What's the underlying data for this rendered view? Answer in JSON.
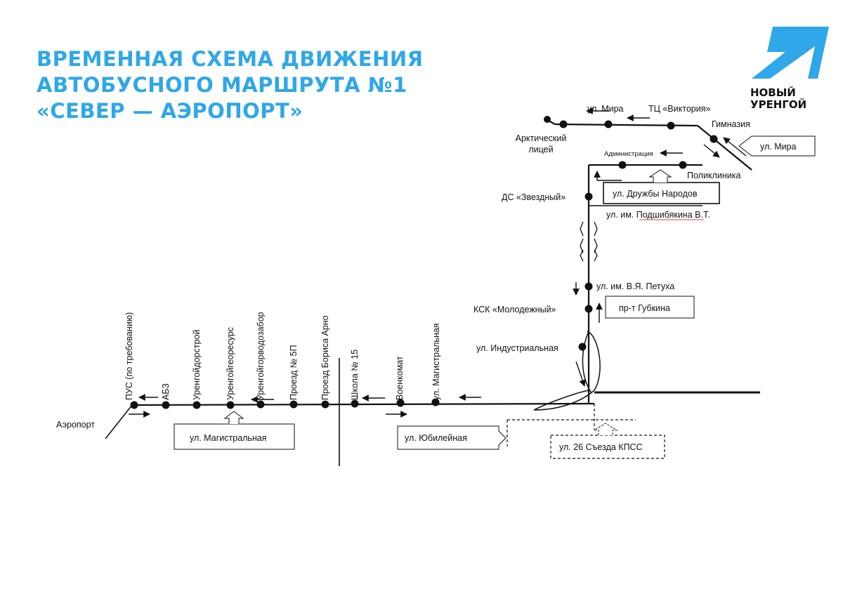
{
  "header": {
    "title_lines": [
      "ВРЕМЕННАЯ СХЕМА ДВИЖЕНИЯ",
      "АВТОБУСНОГО МАРШРУТА №1",
      "«СЕВЕР — АЭРОПОРТ»"
    ]
  },
  "logo": {
    "line1": "НОВЫЙ",
    "line2": "УРЕНГОЙ",
    "color": "#2fa7e8"
  },
  "stops": {
    "arctic_lyceum_1": "Арктический",
    "arctic_lyceum_2": "лицей",
    "mira_street": "ул. Мира",
    "tc_victoria": "ТЦ «Виктория»",
    "gymnasium": "Гимназия",
    "administration": "Администрация",
    "polyclinic": "Поликлиника",
    "ds_zvezdny": "ДС «Звездный»",
    "podshibyakina": "ул. им. Подшибякина В.Т.",
    "petukha": "ул. им. В.Я. Петуха",
    "ksk_molodezhny": "КСК «Молодежный»",
    "industrialnaya": "ул. Индустриальная",
    "magistralnaya_stop": "ул. Магистральная",
    "voenkomat": "Военкомат",
    "school_15": "Школа № 15",
    "proezd_arno": "Проезд Бориса Арно",
    "proezd_5p": "Проезд № 5П",
    "urengoygorvodozabor": "Уренгойгорводозабор",
    "urengoygeoresurs": "Уренгойгеоресурс",
    "urengoydorstroy": "Уренгойдорстрой",
    "abz": "АБЗ",
    "pus": "ПУС (по требованию)",
    "airport": "Аэропорт"
  },
  "street_boxes": {
    "mira": "ул. Мира",
    "druzhby_narodov": "ул. Дружбы Народов",
    "gubkina": "пр-т Губкина",
    "magistralnaya": "ул. Магистральная",
    "yubileynaya": "ул. Юбилейная",
    "s26_kpss": "ул. 26 Съезда КПСС"
  }
}
